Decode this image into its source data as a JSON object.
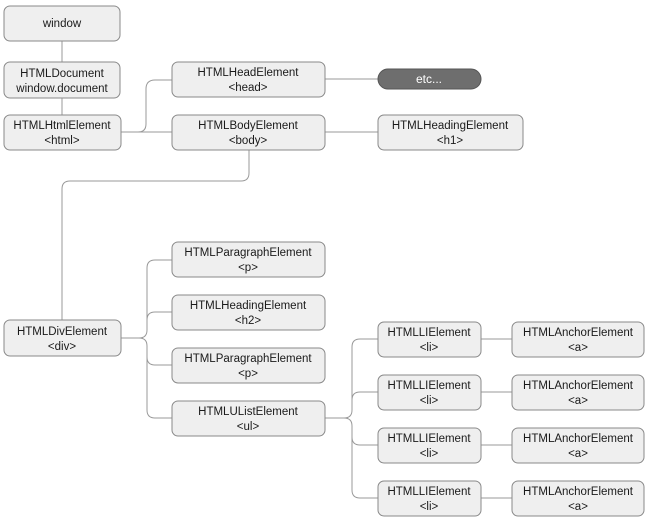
{
  "nodes": {
    "window": {
      "lines": [
        "window"
      ]
    },
    "htmldocument": {
      "lines": [
        "HTMLDocument",
        "window.document"
      ]
    },
    "htmlhtml": {
      "lines": [
        "HTMLHtmlElement",
        "<html>"
      ]
    },
    "htmlhead": {
      "lines": [
        "HTMLHeadElement",
        "<head>"
      ]
    },
    "etc": {
      "lines": [
        "etc..."
      ]
    },
    "htmlbody": {
      "lines": [
        "HTMLBodyElement",
        "<body>"
      ]
    },
    "heading_h1": {
      "lines": [
        "HTMLHeadingElement",
        "<h1>"
      ]
    },
    "htmldiv": {
      "lines": [
        "HTMLDivElement",
        "<div>"
      ]
    },
    "paragraph_1": {
      "lines": [
        "HTMLParagraphElement",
        "<p>"
      ]
    },
    "heading_h2": {
      "lines": [
        "HTMLHeadingElement",
        "<h2>"
      ]
    },
    "paragraph_2": {
      "lines": [
        "HTMLParagraphElement",
        "<p>"
      ]
    },
    "ulist": {
      "lines": [
        "HTMLUListElement",
        "<ul>"
      ]
    },
    "li_1": {
      "lines": [
        "HTMLLIElement",
        "<li>"
      ]
    },
    "li_2": {
      "lines": [
        "HTMLLIElement",
        "<li>"
      ]
    },
    "li_3": {
      "lines": [
        "HTMLLIElement",
        "<li>"
      ]
    },
    "li_4": {
      "lines": [
        "HTMLLIElement",
        "<li>"
      ]
    },
    "anchor_1": {
      "lines": [
        "HTMLAnchorElement",
        "<a>"
      ]
    },
    "anchor_2": {
      "lines": [
        "HTMLAnchorElement",
        "<a>"
      ]
    },
    "anchor_3": {
      "lines": [
        "HTMLAnchorElement",
        "<a>"
      ]
    },
    "anchor_4": {
      "lines": [
        "HTMLAnchorElement",
        "<a>"
      ]
    }
  },
  "colors": {
    "node_fill": "#efefef",
    "node_stroke": "#8a8a8a",
    "pill_fill": "#6e6e6e",
    "edge": "#9a9a9a"
  }
}
